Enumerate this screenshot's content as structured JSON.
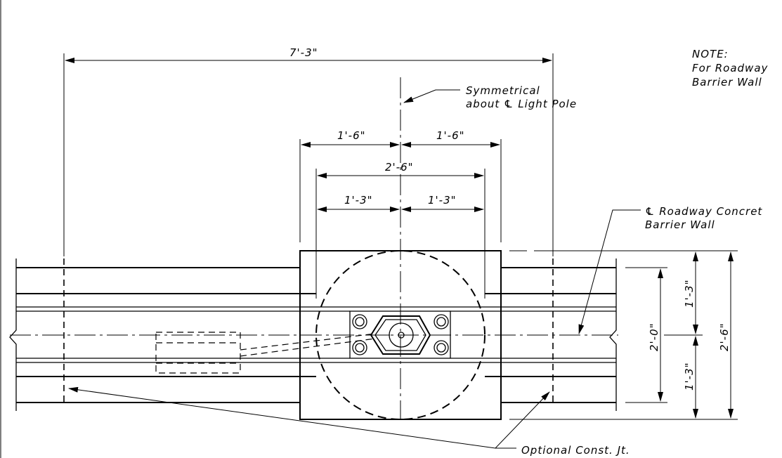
{
  "note": {
    "heading": "NOTE:",
    "line1": "For Roadway",
    "line2": "Barrier Wall"
  },
  "dimensions": {
    "overall_width": "7'-3\"",
    "half_base_left": "1'-6\"",
    "half_base_right": "1'-6\"",
    "bolt_spacing": "2'-6\"",
    "half_bolt_left": "1'-3\"",
    "half_bolt_right": "1'-3\"",
    "vert_half_top": "1'-3\"",
    "vert_half_bottom": "1'-3\"",
    "vert_inner": "2'-0\"",
    "vert_outer": "2'-6\""
  },
  "callouts": {
    "symmetrical_line1": "Symmetrical",
    "symmetrical_line2": "about ℄ Light Pole",
    "centerline_line1": "℄ Roadway Concret",
    "centerline_line2": "Barrier Wall",
    "construction_joint": "Optional Const. Jt."
  }
}
